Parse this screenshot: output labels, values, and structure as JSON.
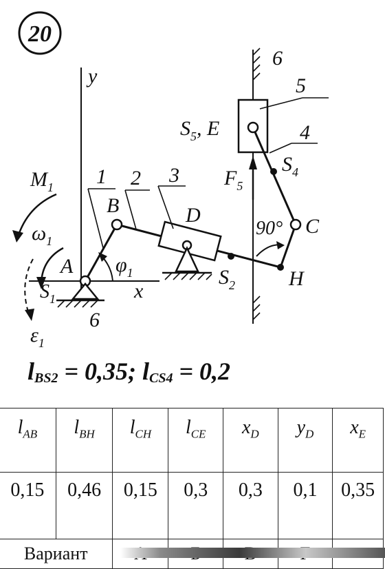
{
  "problem_number": "20",
  "labels": {
    "axis_y": "y",
    "axis_x": "x",
    "link_1": "1",
    "link_2": "2",
    "link_3": "3",
    "link_4": "4",
    "link_5": "5",
    "ground_6_top": "6",
    "ground_6_bottom": "6",
    "point_A": "A",
    "point_B": "B",
    "point_C": "C",
    "point_D": "D",
    "point_H": "H",
    "point_S1": "S",
    "point_S1_sub": "1",
    "point_S2": "S",
    "point_S2_sub": "2",
    "point_S4": "S",
    "point_S4_sub": "4",
    "point_S5E": "S",
    "point_S5E_sub": "5",
    "point_S5E_tail": ", E",
    "force_F": "F",
    "force_F_sub": "5",
    "angle_90": "90°",
    "phi": "φ",
    "phi_sub": "1",
    "moment_M": "M",
    "moment_M_sub": "1",
    "omega": "ω",
    "omega_sub": "1",
    "epsilon": "ε",
    "epsilon_sub": "1"
  },
  "formula": {
    "l1": "l",
    "s1": "BS2",
    "v1": " = 0,35; ",
    "l2": "l",
    "s2": "CS4",
    "v2": " = 0,2"
  },
  "table": {
    "headers": [
      {
        "base": "l",
        "sub": "AB"
      },
      {
        "base": "l",
        "sub": "BH"
      },
      {
        "base": "l",
        "sub": "CH"
      },
      {
        "base": "l",
        "sub": "CE"
      },
      {
        "base": "x",
        "sub": "D"
      },
      {
        "base": "y",
        "sub": "D"
      },
      {
        "base": "x",
        "sub": "E"
      }
    ],
    "values": [
      "0,15",
      "0,46",
      "0,15",
      "0,3",
      "0,3",
      "0,1",
      "0,35"
    ],
    "variant_label": "Вариант",
    "variants": [
      "А",
      "Б",
      "В",
      "Г",
      ""
    ]
  }
}
